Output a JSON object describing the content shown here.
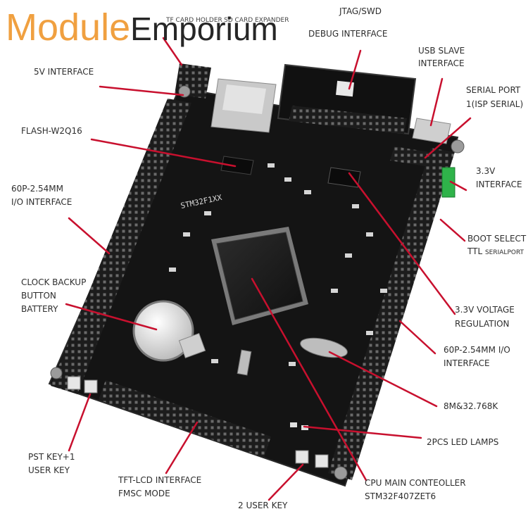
{
  "watermark": {
    "part1": "Module",
    "part2": "Emporium"
  },
  "board": {
    "silkscreen_model": "STM32F1XX"
  },
  "labels": {
    "top_left_small": "TF CARD HOLDER",
    "sd_card_small": "SD CARD EXPANDER",
    "jtag_line1": "JTAG/SWD",
    "jtag_line2": "DEBUG INTERFACE",
    "usb_line1": "USB SLAVE",
    "usb_line2": "INTERFACE",
    "five_v": "5v INTERFACE",
    "serial_line1": "SERIAL PORT",
    "serial_line2": "1(ISP SERIAL)",
    "flash": "FLASH-W2Q16",
    "three_v_line1": "3.3v",
    "three_v_line2": "INTERFACE",
    "io_left_line1": "60P-2.54MM",
    "io_left_line2": "I/O INTERFACE",
    "boot_line1": "BOOT SELECT",
    "boot_line2a": "TTL",
    "boot_line2b": "SERIALPORT",
    "clock_line1": "CLOCK BACKUP",
    "clock_line2": "BUTTON",
    "clock_line3": "BATTERY",
    "vreg_line1": "3.3v VOLTAGE",
    "vreg_line2": "REGULATION",
    "io_right_line1": "60P-2.54MM I/O",
    "io_right_line2": "INTERFACE",
    "crystal": "8M&32.768K",
    "led": "2PCS LED LAMPS",
    "pst_line1": "PST KEY+1",
    "pst_line2": "USER KEY",
    "tft_line1": "TFT-LCD INTERFACE",
    "tft_line2": "FMSC MODE",
    "cpu_line1": "CPU MAIN CONTEOLLER",
    "cpu_line2": "STM32F407ZET6",
    "user_key": "2 USER KEY"
  },
  "colors": {
    "arrow": "#c8102e",
    "board": "#141414",
    "watermark_orange": "#f0a040",
    "label_text": "#2e2e2e"
  }
}
